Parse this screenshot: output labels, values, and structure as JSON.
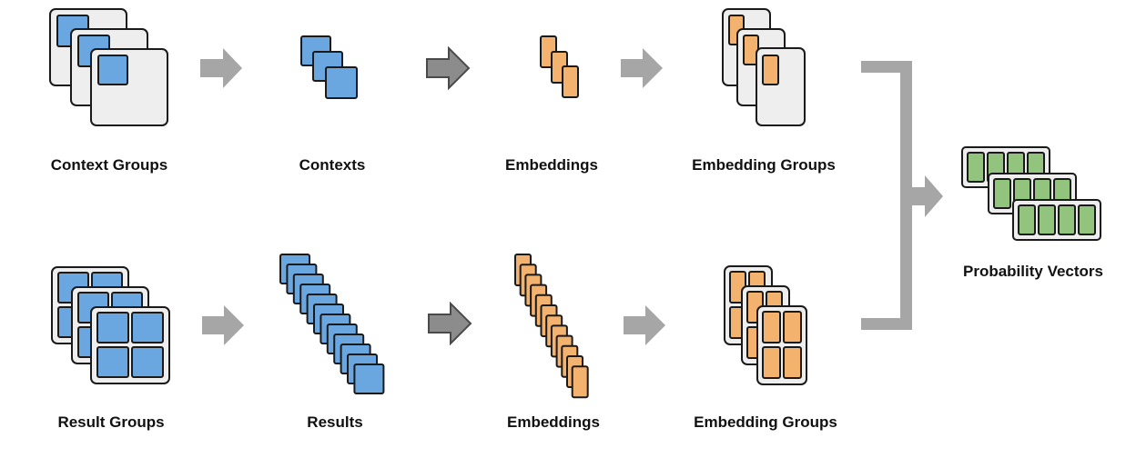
{
  "colors": {
    "blue": "#6aa6e0",
    "orange": "#f4b26f",
    "green": "#93c47d",
    "panel": "#eeeeee",
    "outline": "#1a1a1a",
    "arrow_light": "#a6a6a6",
    "arrow_dark": "#8c8c8c",
    "bracket": "#a6a6a6"
  },
  "top_row": {
    "context_groups": "Context Groups",
    "contexts": "Contexts",
    "embeddings": "Embeddings",
    "embedding_groups": "Embedding Groups"
  },
  "bottom_row": {
    "result_groups": "Result Groups",
    "results": "Results",
    "embeddings": "Embeddings",
    "embedding_groups": "Embedding Groups"
  },
  "output": {
    "probability_vectors": "Probability Vectors"
  }
}
